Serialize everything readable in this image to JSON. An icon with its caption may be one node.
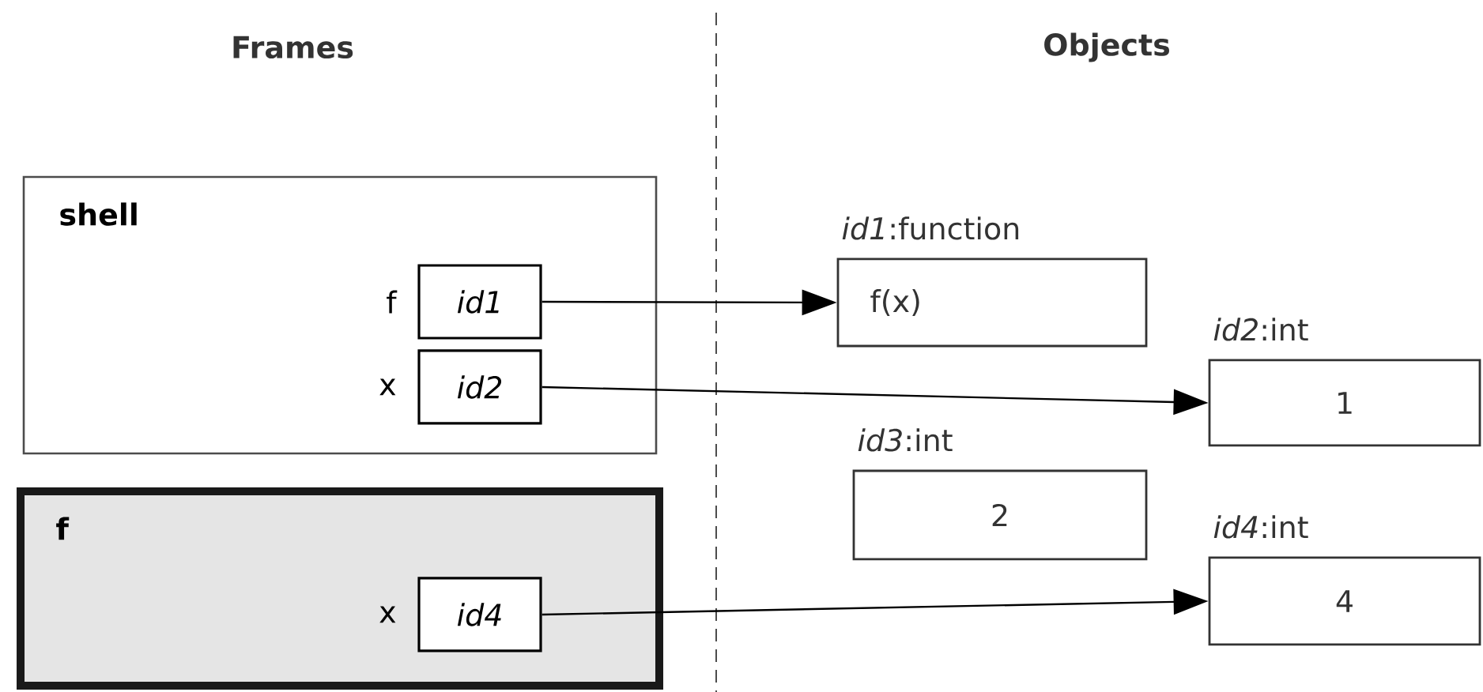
{
  "diagram": {
    "nodes": [
      {
        "text": [
          "shell"
        ]
      },
      {
        "text": [
          "id1"
        ],
        "in": 0,
        "beside": [
          "f"
        ]
      },
      {
        "text": [
          "id2"
        ],
        "in": 0,
        "beside": [
          "x"
        ]
      },
      {
        "text": [
          "f"
        ]
      },
      {
        "text": [
          "id4"
        ],
        "in": 3,
        "beside": [
          "x"
        ]
      },
      {
        "text": [
          "f(x)"
        ],
        "beside": [
          "*id1*:function"
        ]
      },
      {
        "text": [
          "1"
        ],
        "beside": [
          "*id2*:int"
        ]
      },
      {
        "text": [
          "2"
        ],
        "beside": [
          "*id3*:int"
        ]
      },
      {
        "text": [
          "4"
        ],
        "beside": [
          "*id4*:int"
        ]
      }
    ],
    "edges": [
      {
        "from": 1,
        "to": 5,
        "arrow": "to"
      },
      {
        "from": 2,
        "to": 6,
        "arrow": "to"
      },
      {
        "from": 4,
        "to": 8,
        "arrow": "to"
      }
    ],
    "labels": [
      "Frames",
      "Objects"
    ]
  }
}
